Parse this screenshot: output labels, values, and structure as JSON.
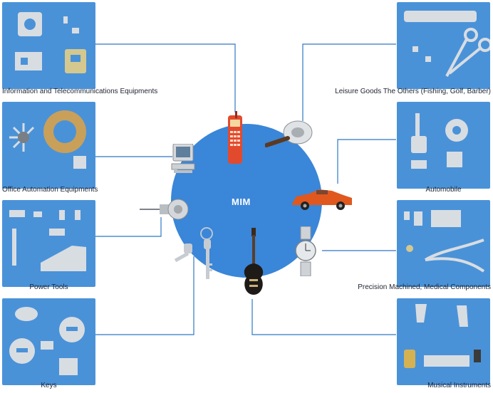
{
  "center": {
    "label": "MIM"
  },
  "categories": [
    {
      "label": "Information and Telecommunications Equipments"
    },
    {
      "label": "Office Automation Equipments"
    },
    {
      "label": "Power Tools"
    },
    {
      "label": "Keys"
    },
    {
      "label": "Leisure Goods The Others (Fishing, Golf, Barber)"
    },
    {
      "label": "Automobile"
    },
    {
      "label": "Precision Machined, Medical Components"
    },
    {
      "label": "Musical Instruments"
    }
  ],
  "colors": {
    "circle": "#3a86d8",
    "photo_bg": "#4a92d8",
    "connector": "#2f78c4",
    "metal": "#d8dde2"
  },
  "icons": [
    "cell-phone-icon",
    "computer-icon",
    "drill-icon",
    "keys-icon",
    "fishing-reel-icon",
    "car-icon",
    "watch-icon",
    "guitar-icon"
  ]
}
